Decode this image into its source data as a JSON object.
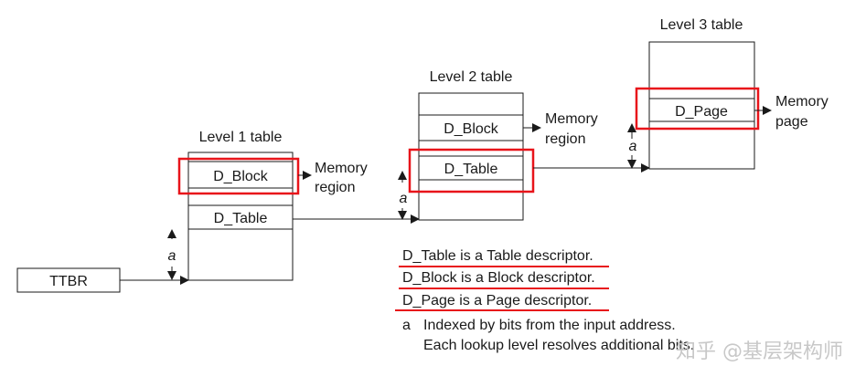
{
  "ttbr": "TTBR",
  "level1": {
    "title": "Level 1 table",
    "entry_block": "D_Block",
    "entry_table": "D_Table",
    "block_target": [
      "Memory",
      "region"
    ]
  },
  "level2": {
    "title": "Level 2 table",
    "entry_block": "D_Block",
    "entry_table": "D_Table",
    "block_target": [
      "Memory",
      "region"
    ]
  },
  "level3": {
    "title": "Level 3 table",
    "entry_page": "D_Page",
    "page_target": [
      "Memory",
      "page"
    ]
  },
  "index_label": "a",
  "legend": {
    "table": "D_Table is a Table descriptor.",
    "block": "D_Block is a Block descriptor.",
    "page": "D_Page is a Page descriptor.",
    "a_key": "a",
    "a_line1": "Indexed by bits from the input address.",
    "a_line2": "Each lookup level resolves additional bits."
  },
  "watermark": "知乎 @基层架构师",
  "colors": {
    "highlight": "#e8141a",
    "line": "#1a1a1a"
  }
}
